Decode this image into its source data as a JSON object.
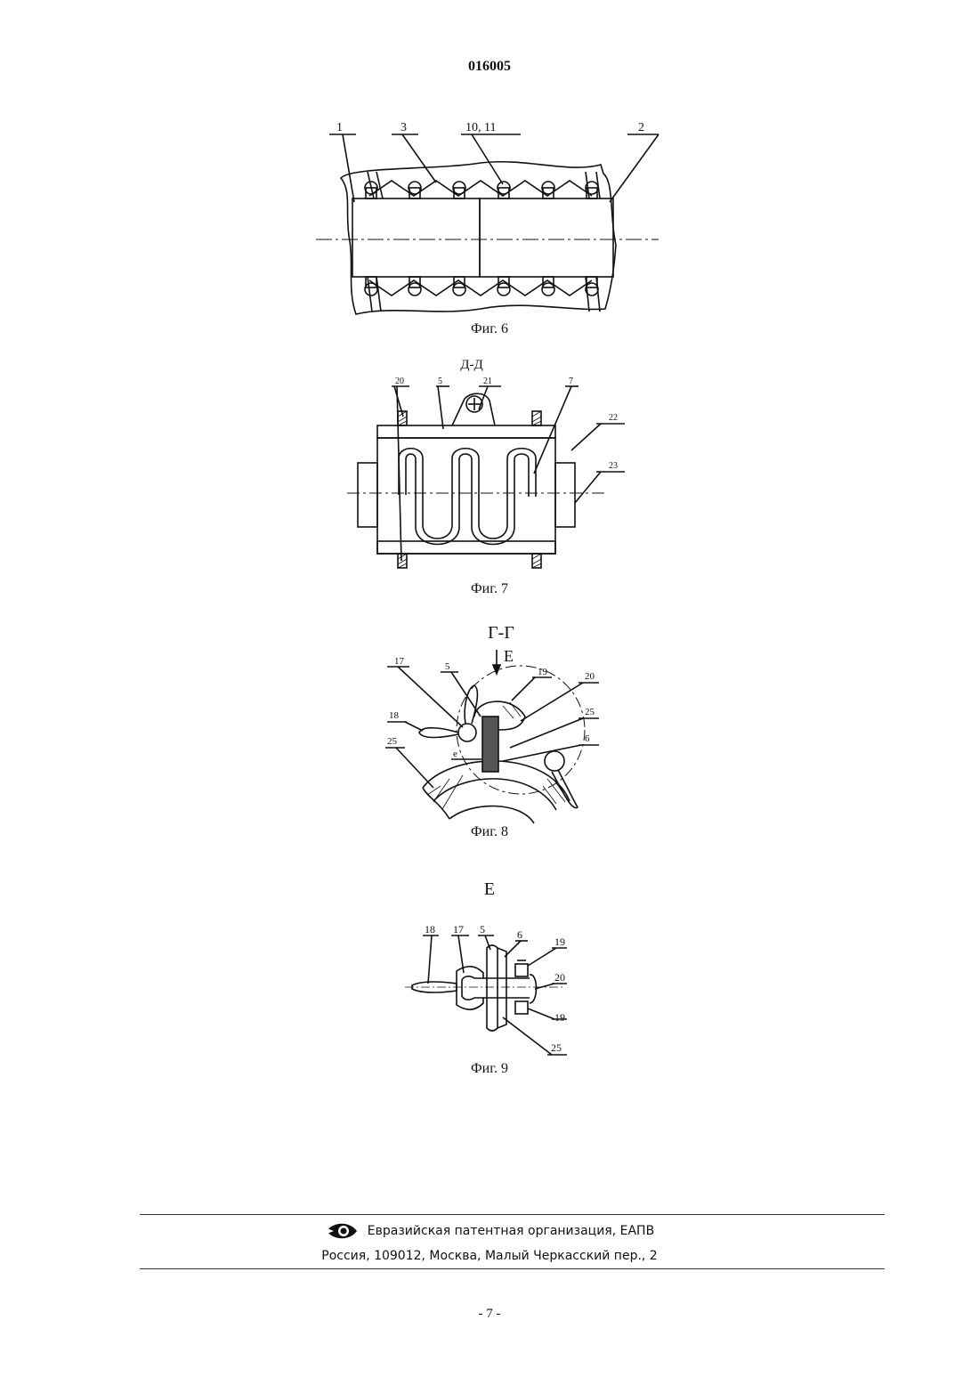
{
  "header": {
    "doc_number": "016005"
  },
  "figures": {
    "fig6": {
      "caption": "Фиг. 6",
      "labels": {
        "l1": "1",
        "l3": "3",
        "l10_11": "10, 11",
        "l2": "2"
      }
    },
    "fig7": {
      "section": "Д-Д",
      "caption": "Фиг. 7",
      "labels": {
        "l20": "20",
        "l5": "5",
        "l21": "21",
        "l7": "7",
        "l22": "22",
        "l23": "23"
      }
    },
    "fig8": {
      "section": "Г-Г",
      "view_mark": "Е",
      "caption": "Фиг. 8",
      "labels": {
        "l17": "17",
        "l5": "5",
        "l19": "19",
        "l20": "20",
        "l18": "18",
        "l25a": "25",
        "l25b": "25",
        "l6": "6",
        "le": "е"
      }
    },
    "fig9": {
      "section": "Е",
      "caption": "Фиг. 9",
      "labels": {
        "l18": "18",
        "l17": "17",
        "l5": "5",
        "l6": "6",
        "l19a": "19",
        "l20": "20",
        "l19b": "19",
        "l25": "25"
      }
    }
  },
  "footer": {
    "organization": "Евразийская патентная организация, ЕАПВ",
    "address": "Россия, 109012, Москва, Малый Черкасский пер., 2",
    "logo_icon": "eapo-eye-logo-icon"
  },
  "page_number": "- 7 -"
}
